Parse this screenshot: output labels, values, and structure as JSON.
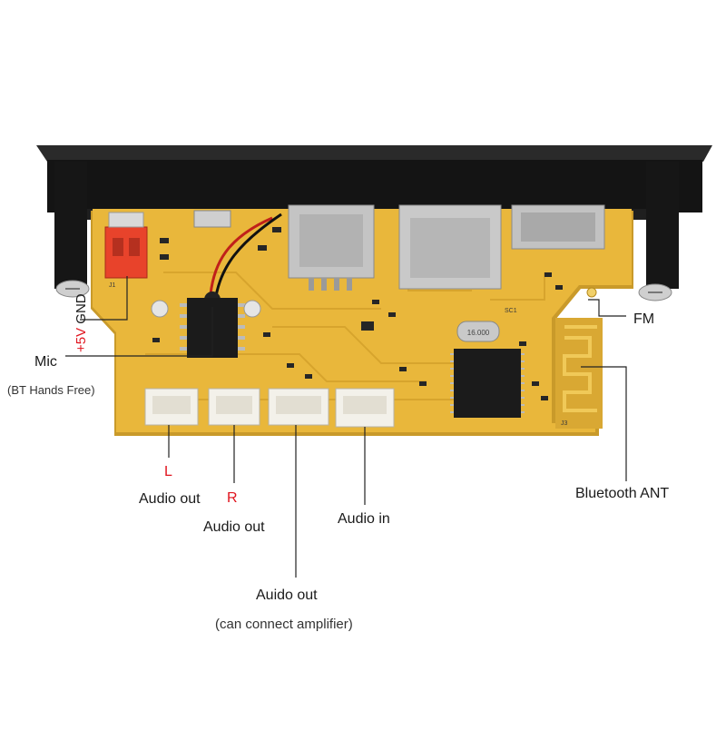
{
  "labels": {
    "gnd": "GND",
    "plus5v": "+5V",
    "mic": "Mic",
    "bt_hands_free": "(BT Hands Free)",
    "fm": "FM",
    "bluetooth_ant": "Bluetooth ANT",
    "left": "L",
    "right": "R",
    "audio_out_left": "Audio out",
    "audio_out_right": "Audio out",
    "audio_out_amp": "Auido out",
    "can_connect_amplifier": "(can connect amplifier)",
    "audio_in": "Audio in"
  },
  "board_markings": {
    "crystal": "16.000",
    "sc1": "SC1",
    "j3": "J3",
    "j1": "J1"
  },
  "colors": {
    "pcb": "#e9b73b",
    "pcb_shadow": "#c99a2a",
    "bezel": "#151515",
    "connector_red": "#e8432b",
    "connector_white": "#f3f1ea",
    "metal": "#b9b9b9",
    "label_red": "#e0141e",
    "leader_line": "#222222"
  }
}
